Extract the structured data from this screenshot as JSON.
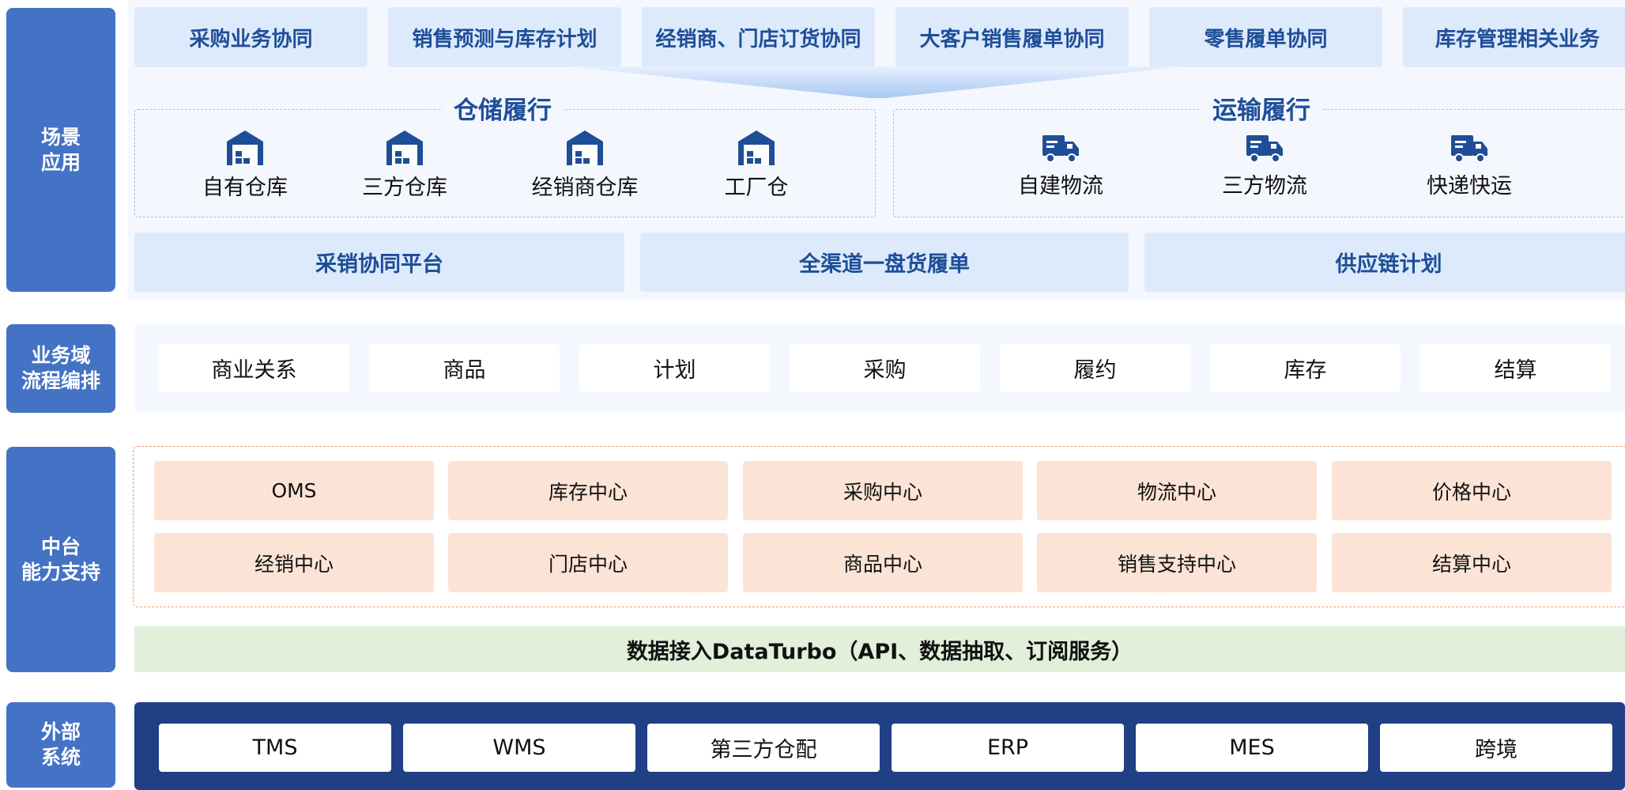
{
  "labels": {
    "scene": [
      "场景",
      "应用"
    ],
    "domain": [
      "业务域",
      "流程编排"
    ],
    "middle": [
      "中台",
      "能力支持"
    ],
    "external": [
      "外部",
      "系统"
    ]
  },
  "scenarios": [
    "采购业务协同",
    "销售预测与库存计划",
    "经销商、门店订货协同",
    "大客户销售履单协同",
    "零售履单协同",
    "库存管理相关业务"
  ],
  "warehousing": {
    "title": "仓储履行",
    "items": [
      "自有仓库",
      "三方仓库",
      "经销商仓库",
      "工厂仓"
    ]
  },
  "transport": {
    "title": "运输履行",
    "items": [
      "自建物流",
      "三方物流",
      "快递快运"
    ]
  },
  "platforms": [
    "采销协同平台",
    "全渠道一盘货履单",
    "供应链计划"
  ],
  "domains": [
    "商业关系",
    "商品",
    "计划",
    "采购",
    "履约",
    "库存",
    "结算"
  ],
  "capabilities": {
    "row1": [
      "OMS",
      "库存中心",
      "采购中心",
      "物流中心",
      "价格中心"
    ],
    "row2": [
      "经销中心",
      "门店中心",
      "商品中心",
      "销售支持中心",
      "结算中心"
    ]
  },
  "data_access": "数据接入DataTurbo（API、数据抽取、订阅服务）",
  "external_systems": [
    "TMS",
    "WMS",
    "第三方仓配",
    "ERP",
    "MES",
    "跨境"
  ],
  "colors": {
    "label_blue": "#4472c4",
    "title_blue": "#1f4e98",
    "scenario_bg": "#ddeafc",
    "capability_bg": "#fbe4d6",
    "data_bg": "#e2efda",
    "external_band": "#203f84"
  }
}
